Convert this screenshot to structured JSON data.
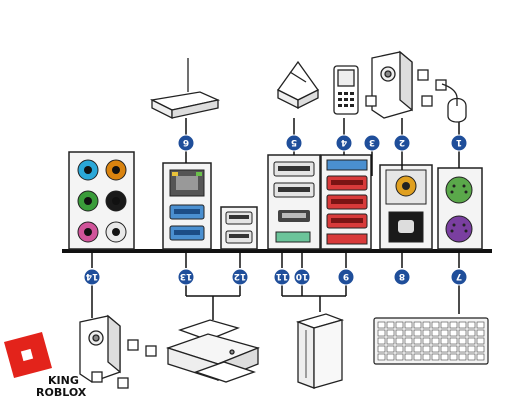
{
  "connectors": [
    {
      "num": "1",
      "item": "ps2-mouse-port"
    },
    {
      "num": "2",
      "item": "coaxial-spdif-out"
    },
    {
      "num": "3",
      "item": "usb-ports-red"
    },
    {
      "num": "4",
      "item": "usb-ports-blue"
    },
    {
      "num": "5",
      "item": "usb-ports-white"
    },
    {
      "num": "6",
      "item": "lan-port"
    },
    {
      "num": "7",
      "item": "ps2-keyboard-port"
    },
    {
      "num": "8",
      "item": "optical-spdif-out"
    },
    {
      "num": "9",
      "item": "esata-ports"
    },
    {
      "num": "10",
      "item": "esata-port-green"
    },
    {
      "num": "11",
      "item": "hdmi-port"
    },
    {
      "num": "12",
      "item": "usb-ports-white-lower"
    },
    {
      "num": "13",
      "item": "usb3-ports"
    },
    {
      "num": "14",
      "item": "audio-jacks"
    }
  ],
  "audio_jack_colors": [
    "#2aa7d8",
    "#d9830f",
    "#3a9c3a",
    "#1a1a1a",
    "#d0549a",
    "#e8e8e8"
  ],
  "colors": {
    "line": "#111111",
    "badge": "#1f4e9a",
    "usb_blue": "#4a8fd0",
    "usb_red": "#d83a3a",
    "ps2_green": "#5aa84a",
    "ps2_purple": "#7a3fa0",
    "spdif_gold": "#e0a020",
    "port_grey": "#d6d6d6",
    "roblox_red": "#e3231b"
  },
  "watermark": {
    "line1": "KING",
    "line2": "ROBLOX"
  }
}
